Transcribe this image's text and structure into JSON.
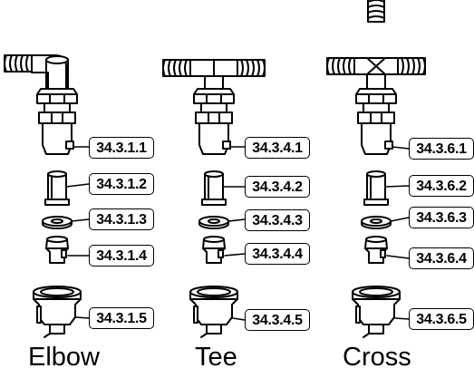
{
  "captions": {
    "elbow": "Elbow",
    "tee": "Tee",
    "cross": "Cross"
  },
  "labels": {
    "elbow": [
      "34.3.1.1",
      "34.3.1.2",
      "34.3.1.3",
      "34.3.1.4",
      "34.3.1.5"
    ],
    "tee": [
      "34.3.4.1",
      "34.3.4.2",
      "34.3.4.3",
      "34.3.4.4",
      "34.3.4.5"
    ],
    "cross": [
      "34.3.6.1",
      "34.3.6.2",
      "34.3.6.3",
      "34.3.6.4",
      "34.3.6.5"
    ]
  }
}
